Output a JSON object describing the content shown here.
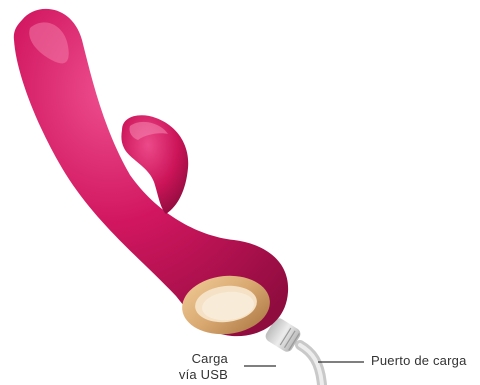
{
  "labels": {
    "usb_line1": "Carga",
    "usb_line2": "vía USB",
    "port": "Puerto de carga"
  },
  "colors": {
    "body": "#d1165f",
    "body_dark": "#8f0c3f",
    "body_light": "#ee4f8f",
    "gold": "#d9a871",
    "gold_dark": "#b98652",
    "cable": "#d6d6d6",
    "line": "#333333"
  }
}
